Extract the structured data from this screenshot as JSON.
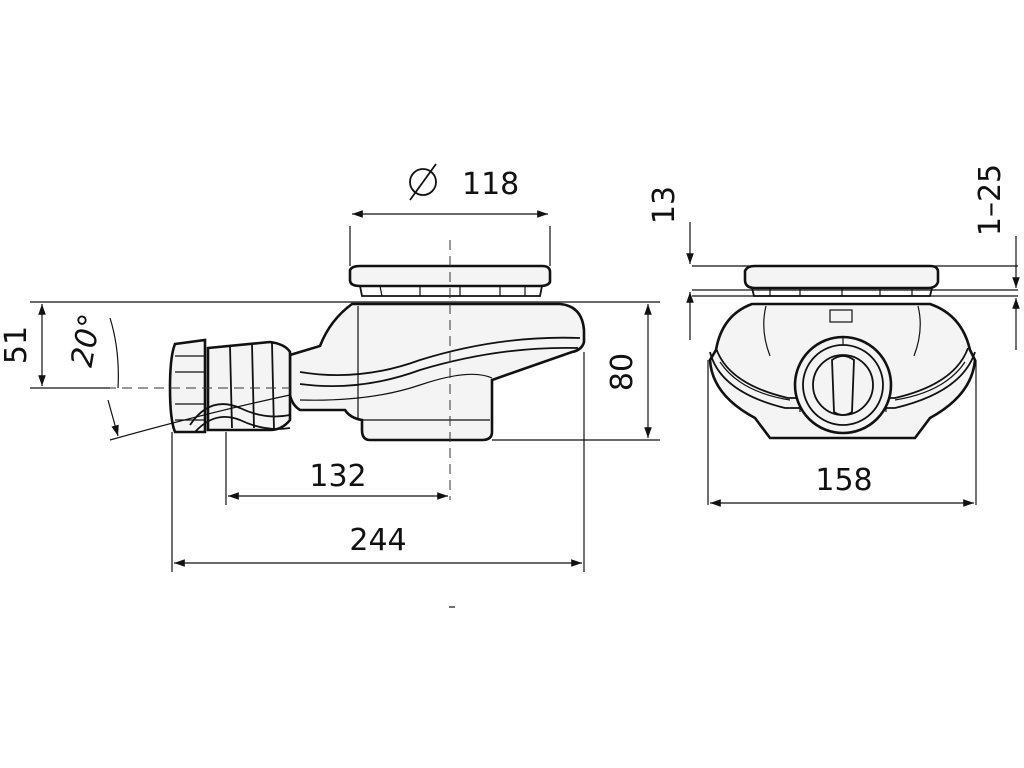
{
  "dimensions": {
    "diameter_symbol": "⌀",
    "diameter_value": "118",
    "height_outlet": "51",
    "angle": "20°",
    "height_total": "80",
    "length_outlet_center": "132",
    "length_total": "244",
    "rim_height": "13",
    "tile_range": "1–25",
    "width": "158"
  }
}
